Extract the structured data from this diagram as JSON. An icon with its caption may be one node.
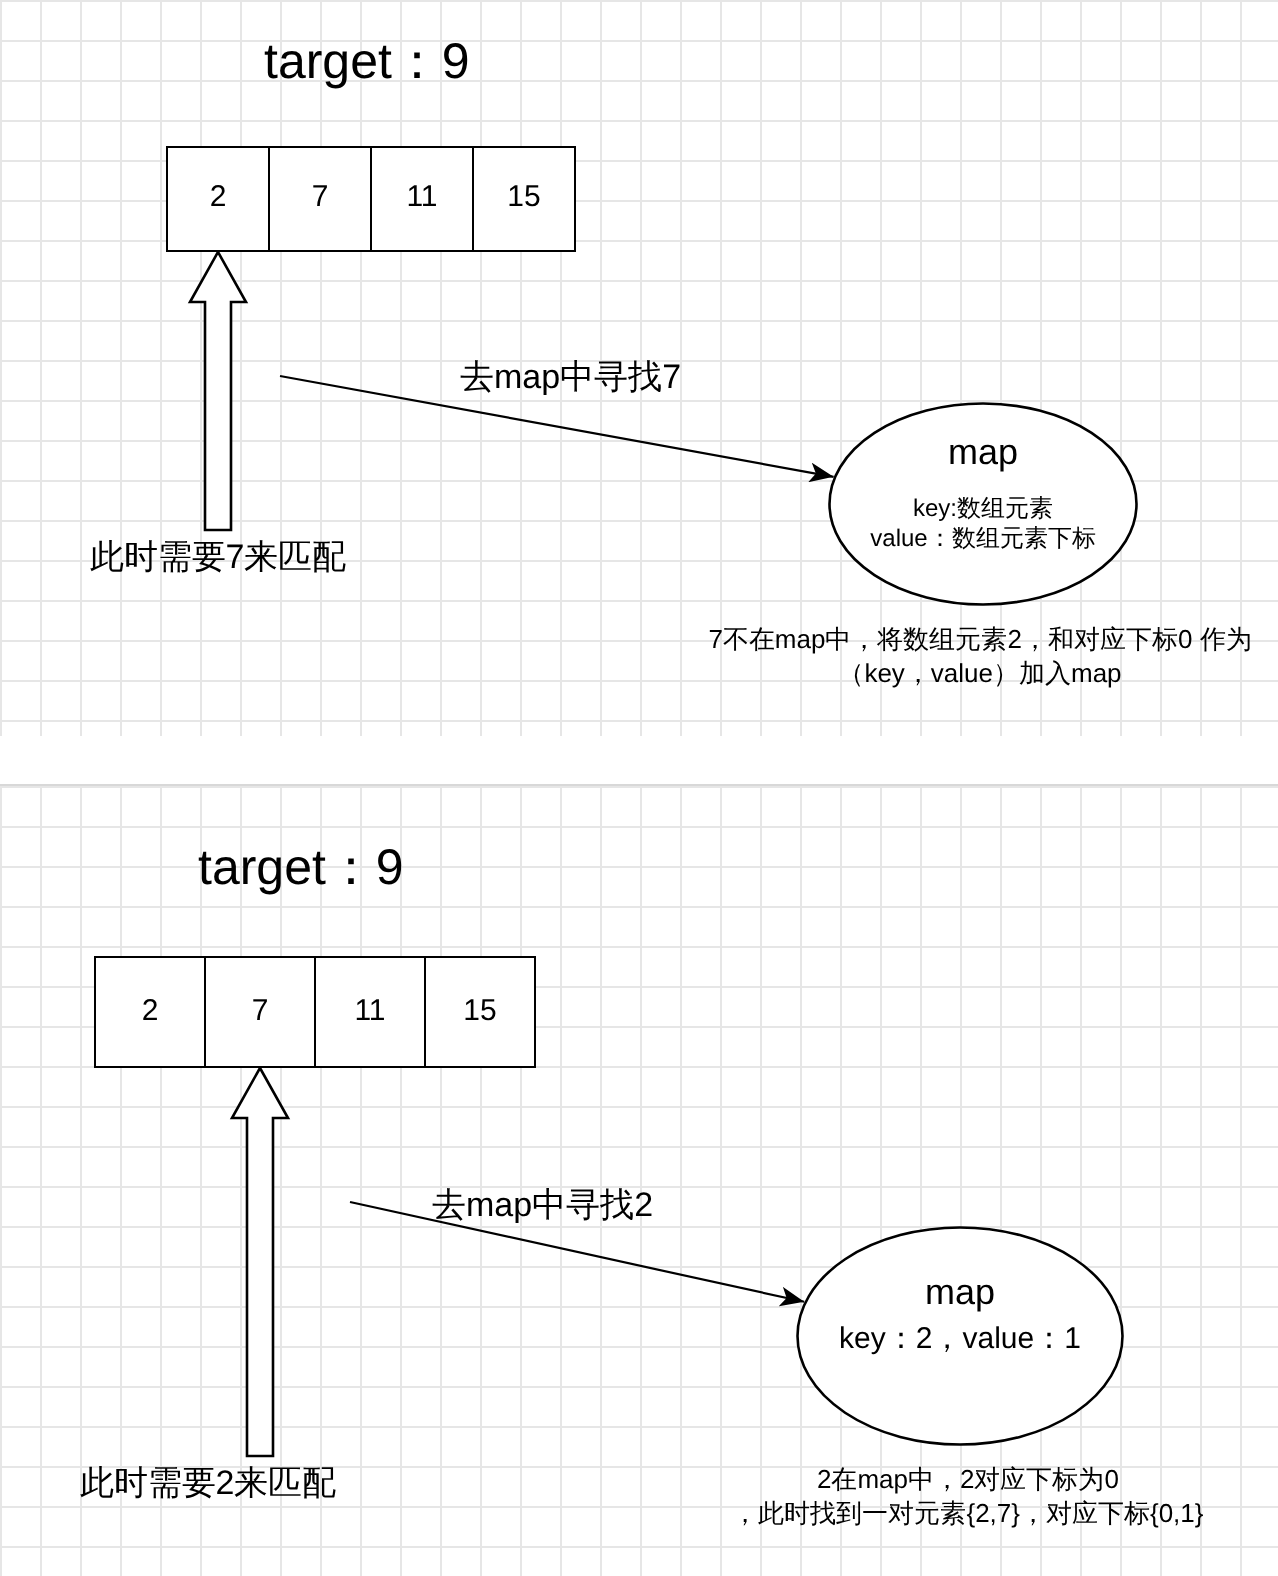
{
  "diagram": {
    "nodes": [
      {
        "text": [
          "2"
        ]
      },
      {
        "text": [
          "7"
        ]
      },
      {
        "text": [
          "11"
        ]
      },
      {
        "text": [
          "15"
        ]
      },
      {
        "text": [
          "此时需要7来匹配"
        ]
      },
      {
        "text": [
          "map",
          "key:数组元素",
          "value：数组元素下标"
        ],
        "beside": [
          "7不在map中，将数组元素2，和对应下标0 作为",
          "（key，value）加入map"
        ]
      },
      {
        "text": [
          "2"
        ]
      },
      {
        "text": [
          "7"
        ]
      },
      {
        "text": [
          "11"
        ]
      },
      {
        "text": [
          "15"
        ]
      },
      {
        "text": [
          "此时需要2来匹配"
        ]
      },
      {
        "text": [
          "map",
          "key：2，value：1"
        ],
        "beside": [
          "2在map中，2对应下标为0",
          "，此时找到一对元素{2,7}，对应下标{0,1}"
        ]
      }
    ],
    "edges": [
      {
        "from": 4,
        "to": 0,
        "arrow": "to",
        "style": "thick"
      },
      {
        "from": null,
        "to": 5,
        "arrow": "to",
        "label": "去map中寻找7"
      },
      {
        "from": 10,
        "to": 7,
        "arrow": "to",
        "style": "thick"
      },
      {
        "from": null,
        "to": 11,
        "arrow": "to",
        "label": "去map中寻找2"
      }
    ],
    "labels": [
      "target：9",
      "target：9"
    ]
  }
}
